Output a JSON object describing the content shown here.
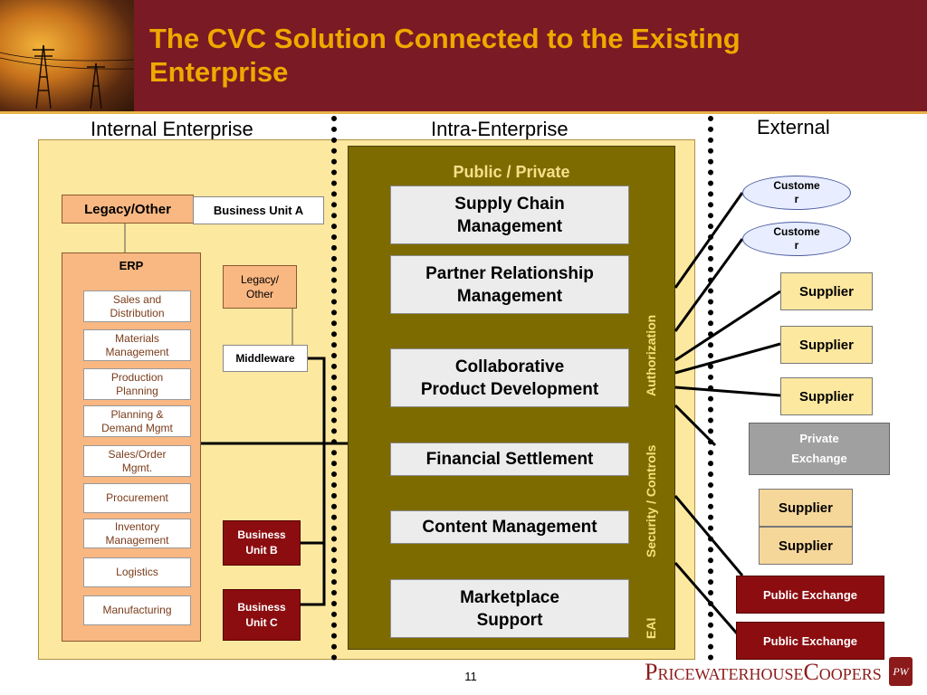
{
  "slide": {
    "title_line1": "The CVC Solution Connected to the Existing",
    "title_line2": "Enterprise",
    "page_number": "11"
  },
  "columns": {
    "internal": "Internal Enterprise",
    "intra": "Intra-Enterprise",
    "external": "External"
  },
  "intra": {
    "subtitle": "Public / Private",
    "boxes": [
      {
        "line1": "Supply Chain",
        "line2": "Management"
      },
      {
        "line1": "Partner Relationship",
        "line2": "Management"
      },
      {
        "line1": "Collaborative",
        "line2": "Product Development"
      },
      {
        "line1": "Financial Settlement",
        "line2": ""
      },
      {
        "line1": "Content Management",
        "line2": ""
      },
      {
        "line1": "Marketplace",
        "line2": "Support"
      }
    ],
    "vertical_labels": {
      "authorization": "Authorization",
      "security": "Security / Controls",
      "eai": "EAI"
    }
  },
  "internal": {
    "legacy_other": "Legacy/Other",
    "business_unit_a": "Business Unit A",
    "erp": "ERP",
    "erp_modules": [
      {
        "line1": "Sales and",
        "line2": "Distribution"
      },
      {
        "line1": "Materials",
        "line2": "Management"
      },
      {
        "line1": "Production",
        "line2": "Planning"
      },
      {
        "line1": "Planning &",
        "line2": "Demand Mgmt"
      },
      {
        "line1": "Sales/Order",
        "line2": "Mgmt."
      },
      {
        "line1": "Procurement",
        "line2": ""
      },
      {
        "line1": "Inventory",
        "line2": "Management"
      },
      {
        "line1": "Logistics",
        "line2": ""
      },
      {
        "line1": "Manufacturing",
        "line2": ""
      }
    ],
    "legacy_small_line1": "Legacy/",
    "legacy_small_line2": "Other",
    "middleware": "Middleware",
    "business_unit_b_line1": "Business",
    "business_unit_b_line2": "Unit B",
    "business_unit_c_line1": "Business",
    "business_unit_c_line2": "Unit C"
  },
  "external": {
    "customer_line1": "Custome",
    "customer_line2": "r",
    "supplier": "Supplier",
    "private_exchange_line1": "Private",
    "private_exchange_line2": "Exchange",
    "public_exchange": "Public Exchange"
  },
  "logo": {
    "text": "PricewaterhouseCoopers",
    "mark": "PW"
  },
  "colors": {
    "header_bg": "#7a1a24",
    "title": "#f0a800",
    "intra_panel": "#7d6b00",
    "internal_panel": "#fde8a0",
    "dark_red_box": "#8b0d10"
  }
}
